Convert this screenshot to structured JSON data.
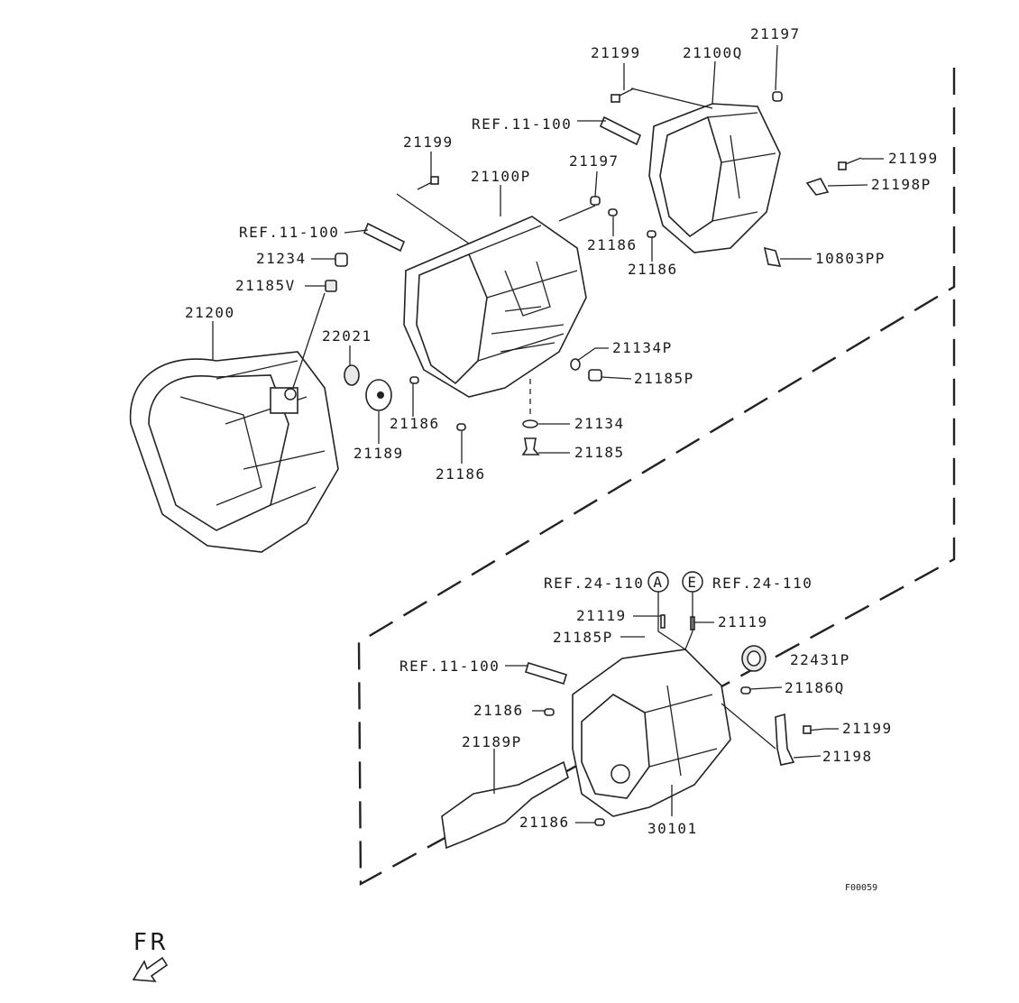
{
  "diagram": {
    "callouts": [
      {
        "id": "c1",
        "text": "21199"
      },
      {
        "id": "c2",
        "text": "21100Q"
      },
      {
        "id": "c3",
        "text": "21197"
      },
      {
        "id": "c4",
        "text": "REF.11-100"
      },
      {
        "id": "c5",
        "text": "21199"
      },
      {
        "id": "c6",
        "text": "21100P"
      },
      {
        "id": "c7",
        "text": "21197"
      },
      {
        "id": "c8",
        "text": "21199"
      },
      {
        "id": "c9",
        "text": "21198P"
      },
      {
        "id": "c10",
        "text": "REF.11-100"
      },
      {
        "id": "c11",
        "text": "21186"
      },
      {
        "id": "c12",
        "text": "21234"
      },
      {
        "id": "c13",
        "text": "21186"
      },
      {
        "id": "c14",
        "text": "10803PP"
      },
      {
        "id": "c15",
        "text": "21185V"
      },
      {
        "id": "c16",
        "text": "21200"
      },
      {
        "id": "c17",
        "text": "22021"
      },
      {
        "id": "c18",
        "text": "21134P"
      },
      {
        "id": "c19",
        "text": "21185P"
      },
      {
        "id": "c20",
        "text": "21186"
      },
      {
        "id": "c21",
        "text": "21134"
      },
      {
        "id": "c22",
        "text": "21189"
      },
      {
        "id": "c23",
        "text": "21185"
      },
      {
        "id": "c24",
        "text": "21186"
      },
      {
        "id": "c25",
        "text": "REF.24-110"
      },
      {
        "id": "c26",
        "text": "REF.24-110"
      },
      {
        "id": "c27",
        "text": "21119"
      },
      {
        "id": "c28",
        "text": "21119"
      },
      {
        "id": "c29",
        "text": "21185P"
      },
      {
        "id": "c30",
        "text": "REF.11-100"
      },
      {
        "id": "c31",
        "text": "22431P"
      },
      {
        "id": "c32",
        "text": "21186Q"
      },
      {
        "id": "c33",
        "text": "21186"
      },
      {
        "id": "c34",
        "text": "21199"
      },
      {
        "id": "c35",
        "text": "21189P"
      },
      {
        "id": "c36",
        "text": "21198"
      },
      {
        "id": "c37",
        "text": "21186"
      },
      {
        "id": "c38",
        "text": "30101"
      }
    ],
    "marker_a": "A",
    "marker_e": "E",
    "drawing_code": "F00059",
    "direction_label": "FR"
  }
}
